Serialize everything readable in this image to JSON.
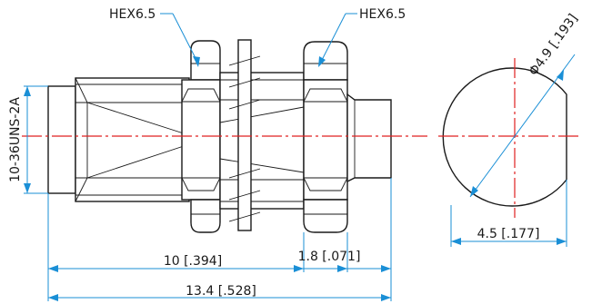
{
  "labels": {
    "hex_left": "HEX6.5",
    "hex_right": "HEX6.5",
    "thread": "10-36UNS-2A",
    "diameter": "Φ4.9 [.193]",
    "width": "4.5 [.177]",
    "length_body": "10 [.394]",
    "length_tip": "1.8 [.071]",
    "length_total": "13.4 [.528]"
  },
  "colors": {
    "outline": "#1a1a1a",
    "centerline": "#e02020",
    "dimension": "#1a8fd6"
  }
}
